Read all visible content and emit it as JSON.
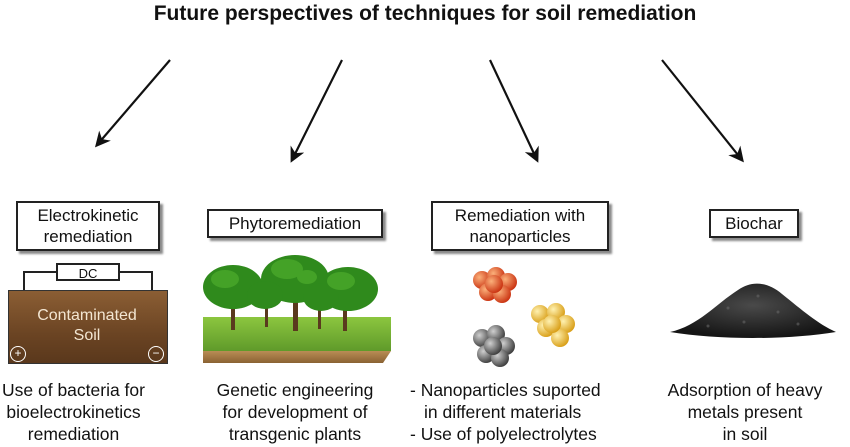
{
  "title": "Future perspectives of techniques for soil remediation",
  "techniques": [
    {
      "label_lines": [
        "Electrokinetic",
        "remediation"
      ],
      "desc_lines": [
        "Use of bacteria for",
        "bioelectrokinetics",
        "remediation"
      ]
    },
    {
      "label_lines": [
        "Phytoremediation"
      ],
      "desc_lines": [
        "Genetic engineering",
        "for development of",
        "transgenic plants"
      ]
    },
    {
      "label_lines": [
        "Remediation with",
        "nanoparticles"
      ],
      "desc_lines": [
        "- Nanoparticles suported",
        "in different materials",
        "- Use of polyelectrolytes"
      ]
    },
    {
      "label_lines": [
        "Biochar"
      ],
      "desc_lines": [
        "Adsorption of heavy",
        "metals present",
        "in soil"
      ]
    }
  ],
  "electrokinetic_illustration": {
    "source_label": "DC",
    "soil_text_lines": [
      "Contaminated",
      "Soil"
    ],
    "positive_symbol": "+",
    "negative_symbol": "−"
  },
  "colors": {
    "soil": "#6b4423",
    "nano_red": "#e0441c",
    "nano_yellow": "#f2c233",
    "nano_gray": "#555555",
    "tree_green": "#2f8a1c",
    "biochar": "#222222"
  }
}
